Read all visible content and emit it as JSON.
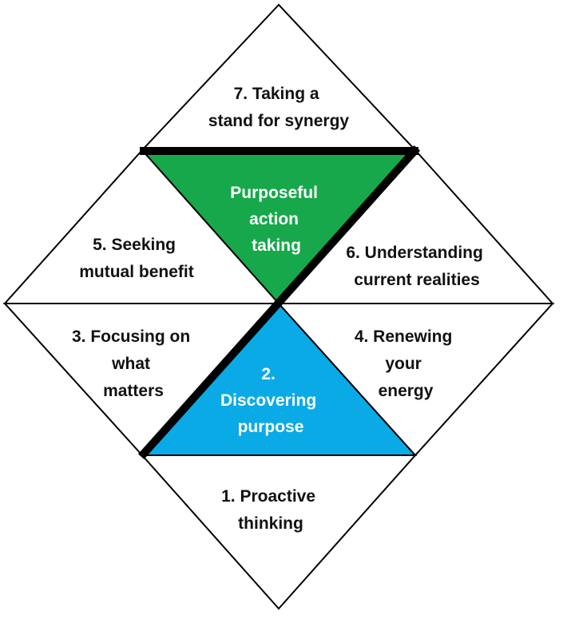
{
  "colors": {
    "green_fill": "#17a84b",
    "blue_fill": "#0aaae6",
    "white_fill": "#ffffff",
    "dark_text": "#111111",
    "light_text": "#ffffff"
  },
  "segments": {
    "top": {
      "lines": [
        "7. Taking  a",
        "stand  for synergy"
      ]
    },
    "green": {
      "lines": [
        "Purposeful",
        "action",
        "taking"
      ]
    },
    "upper_left": {
      "lines": [
        "5. Seeking",
        "mutual  benefit"
      ]
    },
    "upper_right": {
      "lines": [
        "6. Understanding",
        "current realities"
      ]
    },
    "lower_left": {
      "lines": [
        "3. Focusing  on",
        "what",
        "matters"
      ]
    },
    "blue": {
      "lines": [
        "2.",
        "Discovering",
        "purpose"
      ]
    },
    "lower_right": {
      "lines": [
        "4. Renewing",
        "your",
        "energy"
      ]
    },
    "bottom": {
      "lines": [
        "1. Proactive",
        "thinking"
      ]
    }
  }
}
